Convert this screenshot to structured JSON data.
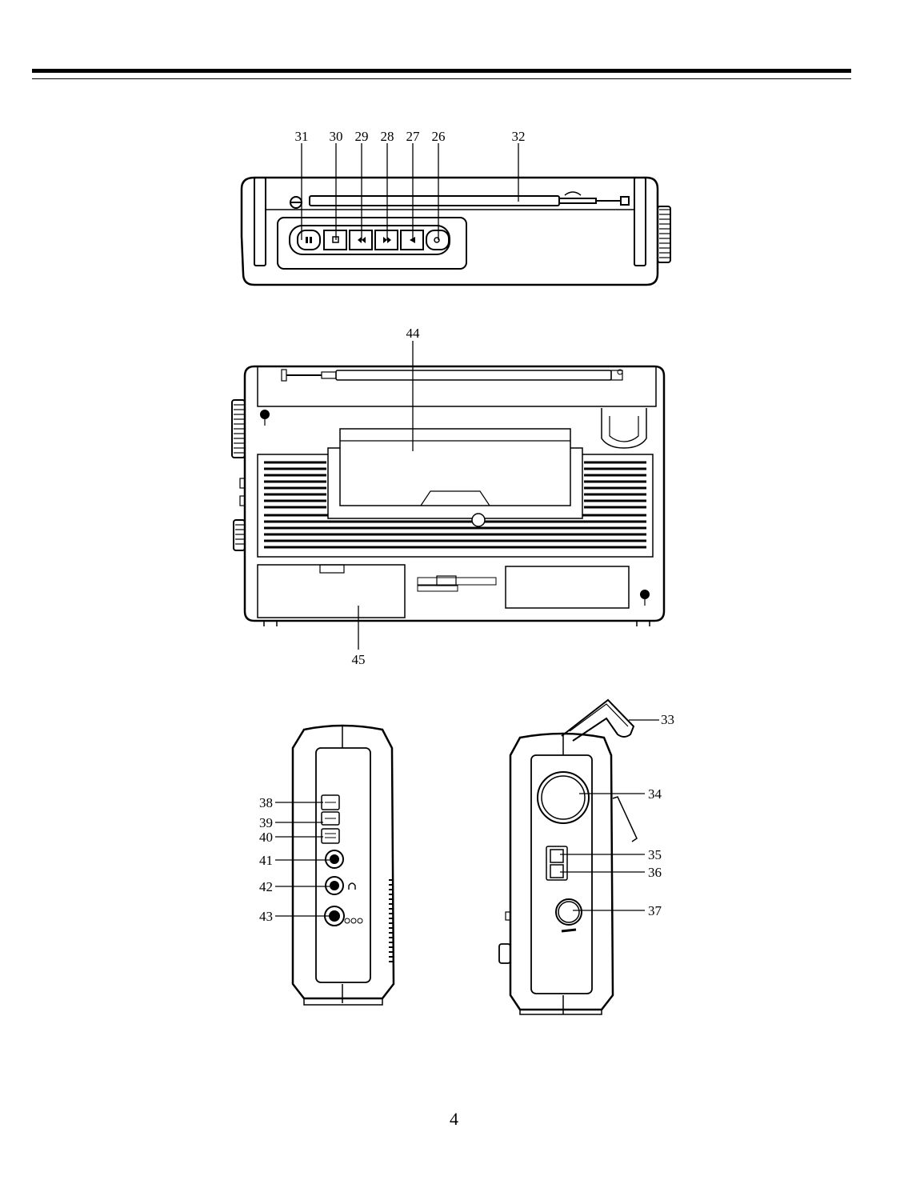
{
  "page": {
    "number": "4"
  },
  "callouts": {
    "top_view": [
      "31",
      "30",
      "29",
      "28",
      "27",
      "26",
      "32"
    ],
    "back_view": [
      "44",
      "45"
    ],
    "left_side": [
      "38",
      "39",
      "40",
      "41",
      "42",
      "43"
    ],
    "right_side": [
      "33",
      "34",
      "35",
      "36",
      "37"
    ]
  }
}
